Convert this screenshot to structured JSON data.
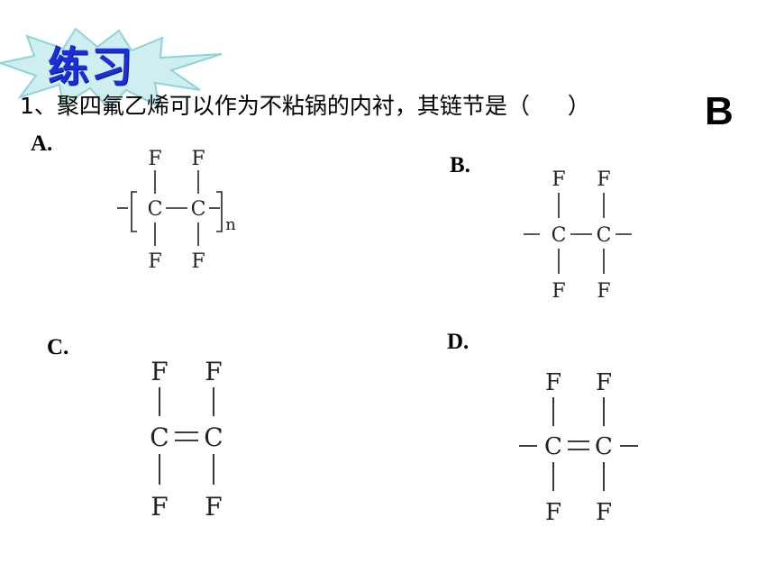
{
  "slide": {
    "title": "练习",
    "question": "1、聚四氟乙烯可以作为不粘锅的内衬，其链节是（",
    "question_close": "）",
    "answer": "B"
  },
  "options": [
    {
      "label": "A.",
      "atoms": {
        "top_left": "F",
        "top_right": "F",
        "carbon_left": "C",
        "carbon_right": "C",
        "bottom_left": "F",
        "bottom_right": "F",
        "subscript": "n"
      }
    },
    {
      "label": "B.",
      "atoms": {
        "top_left": "F",
        "top_right": "F",
        "carbon_left": "C",
        "carbon_right": "C",
        "bottom_left": "F",
        "bottom_right": "F"
      }
    },
    {
      "label": "C.",
      "atoms": {
        "top_left": "F",
        "top_right": "F",
        "carbon_left": "C",
        "carbon_right": "C",
        "bottom_left": "F",
        "bottom_right": "F"
      }
    },
    {
      "label": "D.",
      "atoms": {
        "top_left": "F",
        "top_right": "F",
        "carbon_left": "C",
        "carbon_right": "C",
        "bottom_left": "F",
        "bottom_right": "F"
      }
    }
  ],
  "colors": {
    "title": "#1a2fd6",
    "burst_fill": "#cfeef0",
    "burst_stroke": "#8fd3d8"
  }
}
